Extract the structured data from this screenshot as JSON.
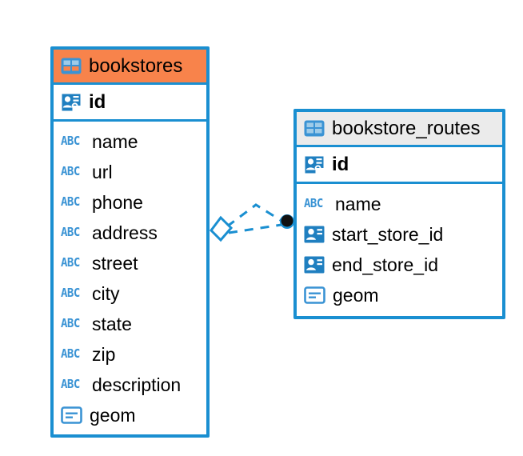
{
  "diagram": {
    "type": "entity-relationship-diagram",
    "background": "#ffffff",
    "accent_color": "#1a8fd1",
    "highlight_color": "#f8834b",
    "header_grey": "#ebebeb"
  },
  "tables": [
    {
      "name": "bookstores",
      "header_style": "orange",
      "primary_key": {
        "label": "id",
        "icon": "primary-key-icon"
      },
      "fields": [
        {
          "label": "name",
          "icon": "abc-text-icon"
        },
        {
          "label": "url",
          "icon": "abc-text-icon"
        },
        {
          "label": "phone",
          "icon": "abc-text-icon"
        },
        {
          "label": "address",
          "icon": "abc-text-icon"
        },
        {
          "label": "street",
          "icon": "abc-text-icon"
        },
        {
          "label": "city",
          "icon": "abc-text-icon"
        },
        {
          "label": "state",
          "icon": "abc-text-icon"
        },
        {
          "label": "zip",
          "icon": "abc-text-icon"
        },
        {
          "label": "description",
          "icon": "abc-text-icon"
        },
        {
          "label": "geom",
          "icon": "geometry-icon"
        }
      ]
    },
    {
      "name": "bookstore_routes",
      "header_style": "grey",
      "primary_key": {
        "label": "id",
        "icon": "primary-key-icon"
      },
      "fields": [
        {
          "label": "name",
          "icon": "abc-text-icon"
        },
        {
          "label": "start_store_id",
          "icon": "foreign-key-icon"
        },
        {
          "label": "end_store_id",
          "icon": "foreign-key-icon"
        },
        {
          "label": "geom",
          "icon": "geometry-icon"
        }
      ]
    }
  ],
  "relationship": {
    "style": "dashed",
    "color": "#1a8fd1",
    "source_marker": "diamond",
    "target_marker": "filled-circle",
    "branches": 2
  },
  "icons": {
    "table_icon": "table-grid-icon",
    "abc_text": "ABC"
  }
}
